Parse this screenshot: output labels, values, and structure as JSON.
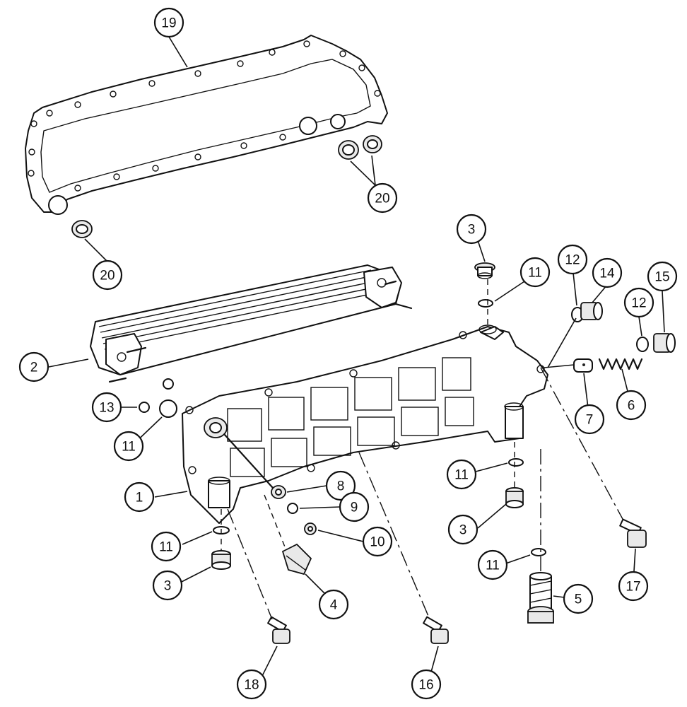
{
  "callouts": [
    {
      "id": "c19",
      "label": "19"
    },
    {
      "id": "c20a",
      "label": "20"
    },
    {
      "id": "c20b",
      "label": "20"
    },
    {
      "id": "c3a",
      "label": "3"
    },
    {
      "id": "c11a",
      "label": "11"
    },
    {
      "id": "c12a",
      "label": "12"
    },
    {
      "id": "c14",
      "label": "14"
    },
    {
      "id": "c12b",
      "label": "12"
    },
    {
      "id": "c15",
      "label": "15"
    },
    {
      "id": "c2",
      "label": "2"
    },
    {
      "id": "c13",
      "label": "13"
    },
    {
      "id": "c11b",
      "label": "11"
    },
    {
      "id": "c7",
      "label": "7"
    },
    {
      "id": "c6",
      "label": "6"
    },
    {
      "id": "c1",
      "label": "1"
    },
    {
      "id": "c8",
      "label": "8"
    },
    {
      "id": "c9",
      "label": "9"
    },
    {
      "id": "c10",
      "label": "10"
    },
    {
      "id": "c11c",
      "label": "11"
    },
    {
      "id": "c3b",
      "label": "3"
    },
    {
      "id": "c11d",
      "label": "11"
    },
    {
      "id": "c3c",
      "label": "3"
    },
    {
      "id": "c4",
      "label": "4"
    },
    {
      "id": "c11e",
      "label": "11"
    },
    {
      "id": "c5",
      "label": "5"
    },
    {
      "id": "c17",
      "label": "17"
    },
    {
      "id": "c18",
      "label": "18"
    },
    {
      "id": "c16",
      "label": "16"
    }
  ]
}
